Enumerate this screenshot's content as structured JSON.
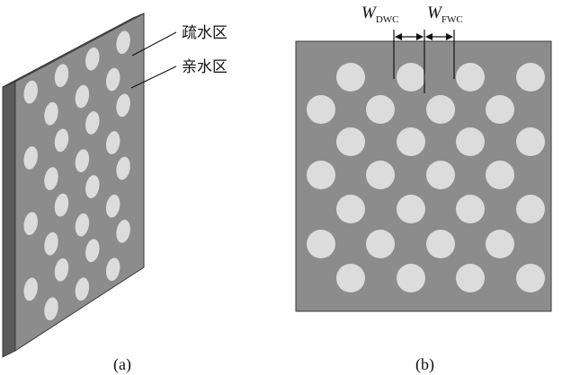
{
  "panel_a": {
    "label_hydrophobic": "疏水区",
    "label_hydrophilic": "亲水区",
    "caption": "(a)"
  },
  "panel_b": {
    "w_dwc_main": "W",
    "w_dwc_sub": "DWC",
    "w_fwc_main": "W",
    "w_fwc_sub": "FWC",
    "caption": "(b)"
  },
  "colors": {
    "surface": "#8c8c8c",
    "surface_edge": "#5a5a5a",
    "spot": "#dcdcdc",
    "ink": "#111111"
  }
}
